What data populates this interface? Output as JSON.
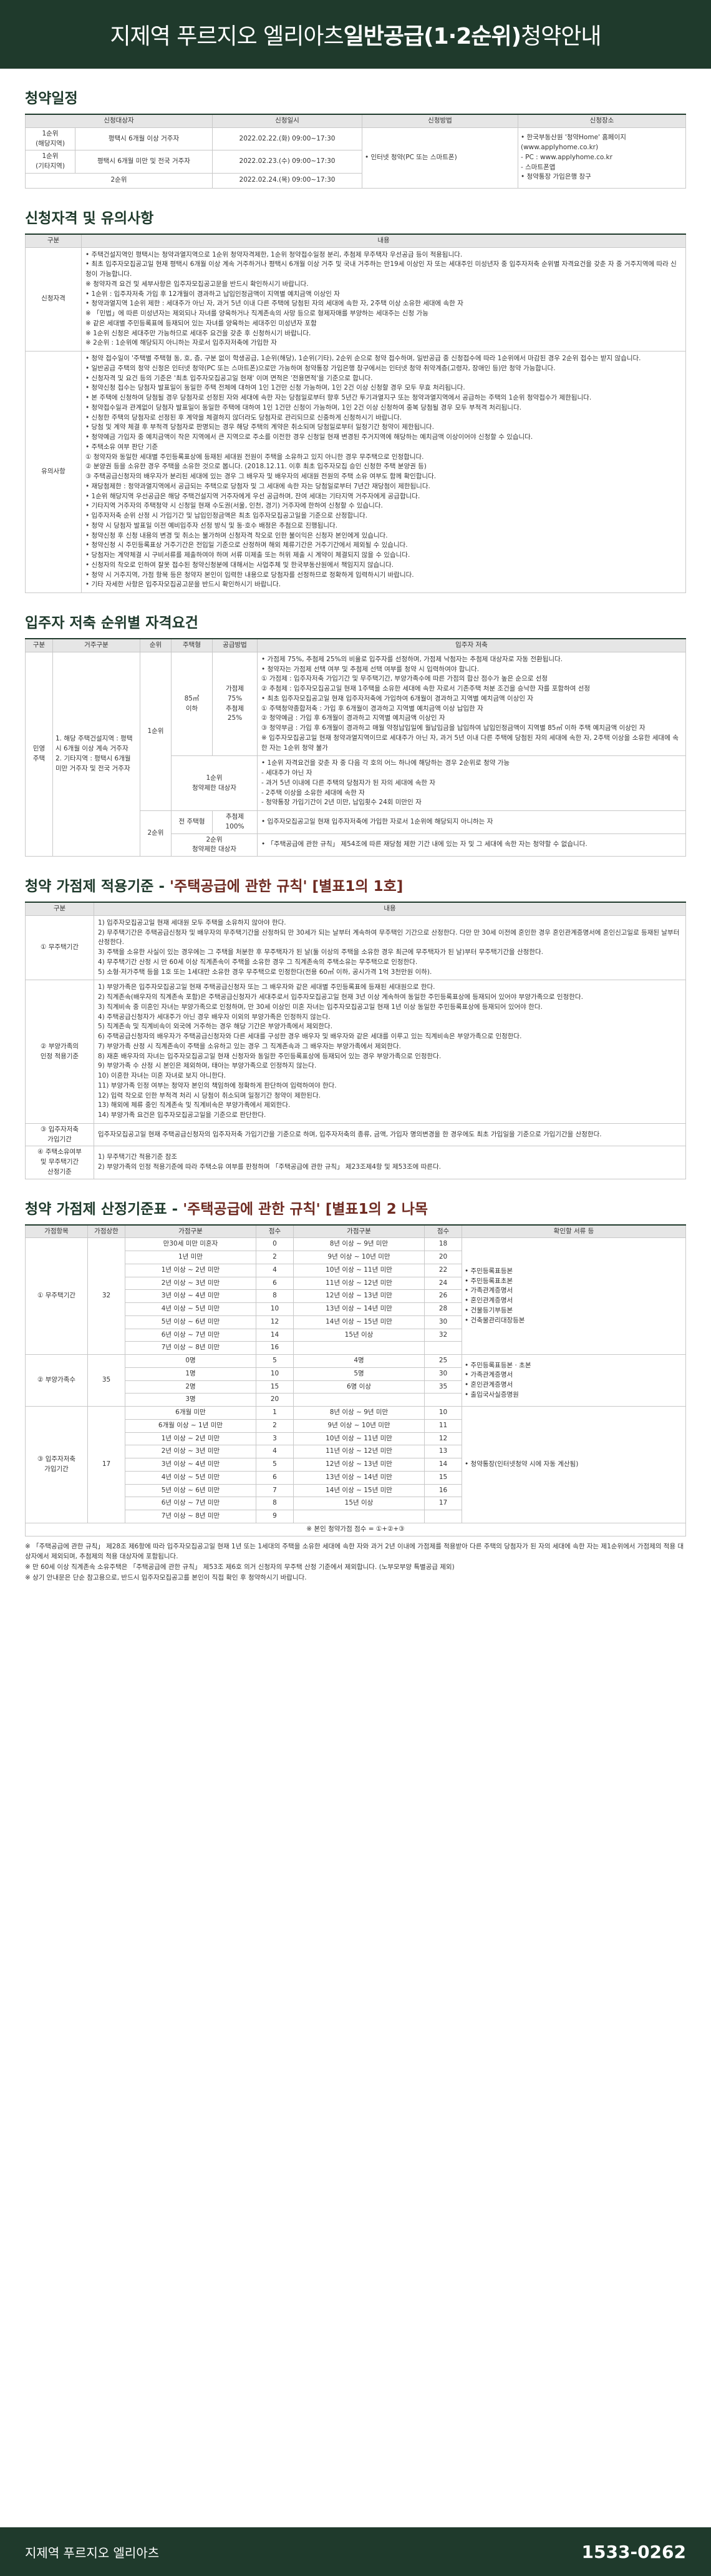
{
  "banner": {
    "prefix": "지제역 푸르지오 엘리아츠 ",
    "highlight": "일반공급(1·2순위)",
    "suffix": " 청약안내"
  },
  "schedule": {
    "title": "청약일정",
    "headers": [
      "신청대상자",
      "신청일시",
      "신청방법",
      "신청장소"
    ],
    "rows": [
      {
        "group": "1순위\n(해당지역)",
        "target": "평택시 6개월 이상 거주자",
        "datetime": "2022.02.22.(화) 09:00~17:30"
      },
      {
        "group": "1순위\n(기타지역)",
        "target": "평택시 6개월 미만 및 전국 거주자",
        "datetime": "2022.02.23.(수) 09:00~17:30"
      },
      {
        "group": "2순위",
        "target": "",
        "datetime": "2022.02.24.(목) 09:00~17:30"
      }
    ],
    "method": "• 인터넷 청약(PC 또는 스마트폰)",
    "place": "• 한국부동산원 '청약Home' 홈페이지\n(www.applyhome.co.kr)\n- PC : www.applyhome.co.kr\n- 스마트폰앱\n• 청약통장 가입은행 창구"
  },
  "qualification": {
    "title": "신청자격 및 유의사항",
    "headers": [
      "구분",
      "내용"
    ],
    "row1_label": "신청자격",
    "row1_lines": [
      "• 주택건설지역인 평택시는 청약과열지역으로 1순위 청약자격제한, 1순위 청약접수일정 분리, 추첨제 무주택자 우선공급 등이 적용됩니다.",
      "• 최초 입주자모집공고일 현재 평택시 6개월 이상 계속 거주하거나 평택시 6개월 이상 거주 및 국내 거주하는 만19세 이상인 자 또는 세대주인 미성년자 중 입주자저축 순위별 자격요건을 갖춘 자 중 거주지역에 따라 신청이 가능합니다.",
      "※ 청약자격 요건 및 세부사항은 입주자모집공고문을 반드시 확인하시기 바랍니다.",
      "• 1순위 : 입주자저축 가입 후 12개월이 경과하고 납입인정금액이 지역별 예치금액 이상인 자",
      "• 청약과열지역 1순위 제한 : 세대주가 아닌 자, 과거 5년 이내 다른 주택에 당첨된 자의 세대에 속한 자, 2주택 이상 소유한 세대에 속한 자",
      "※ 「민법」에 따른 미성년자는 제외되나 자녀를 양육하거나 직계존속의 사망 등으로 형제자매를 부양하는 세대주는 신청 가능",
      "※ 같은 세대별 주민등록표에 등재되어 있는 자녀를 양육하는 세대주인 미성년자 포함",
      "※ 1순위 신청은 세대주만 가능하므로 세대주 요건을 갖춘 후 신청하시기 바랍니다.",
      "※ 2순위 : 1순위에 해당되지 아니하는 자로서 입주자저축에 가입한 자"
    ],
    "row2_label": "유의사항",
    "row2_lines": [
      "• 청약 접수일이 '주택별 주택형 동, 호, 층, 구분 없이 학생공급, 1순위(해당), 1순위(기타), 2순위 순으로 청약 접수하며, 일반공급 중 신청접수에 따라 1순위에서 마감된 경우 2순위 접수는 받지 않습니다.",
      "• 일반공급 주택의 청약 신청은 인터넷 청약(PC 또는 스마트폰)으로만 가능하며 청약통장 가입은행 창구에서는 인터넷 청약 취약계층(고령자, 장애인 등)만 청약 가능합니다.",
      "• 신청자격 및 요건 등의 기준은 '최초 입주자모집공고일 현재' 이며 면적은 '전용면적'을 기준으로 합니다.",
      "• 청약신청 접수는 당첨자 발표일이 동일한 주택 전체에 대하여 1인 1건만 신청 가능하며, 1인 2건 이상 신청할 경우 모두 무효 처리됩니다.",
      "• 본 주택에 신청하여 당첨될 경우 당첨자로 선정된 자와 세대에 속한 자는 당첨일로부터 향후 5년간 투기과열지구 또는 청약과열지역에서 공급하는 주택의 1순위 청약접수가 제한됩니다.",
      "• 청약접수일과 관계없이 당첨자 발표일이 동일한 주택에 대하여 1인 1건만 신청이 가능하며, 1인 2건 이상 신청하여 중복 당첨될 경우 모두 부적격 처리됩니다.",
      "• 신청한 주택의 당첨자로 선정된 후 계약을 체결하지 않더라도 당첨자로 관리되므로 신중하게 신청하시기 바랍니다.",
      "• 당첨 및 계약 체결 후 부적격 당첨자로 판명되는 경우 해당 주택의 계약은 취소되며 당첨일로부터 일정기간 청약이 제한됩니다.",
      "• 청약예금 가입자 중 예치금액이 작은 지역에서 큰 지역으로 주소를 이전한 경우 신청일 현재 변경된 주거지역에 해당하는 예치금액 이상이어야 신청할 수 있습니다.",
      "• 주택소유 여부 판단 기준",
      "① 청약자와 동일한 세대별 주민등록표상에 등재된 세대원 전원이 주택을 소유하고 있지 아니한 경우 무주택으로 인정합니다.",
      "② 분양권 등을 소유한 경우 주택을 소유한 것으로 봅니다. (2018.12.11. 이후 최초 입주자모집 승인 신청한 주택 분양권 등)",
      "③ 주택공급신청자의 배우자가 분리된 세대에 있는 경우 그 배우자 및 배우자의 세대원 전원의 주택 소유 여부도 함께 확인합니다.",
      "• 재당첨제한 : 청약과열지역에서 공급되는 주택으로 당첨자 및 그 세대에 속한 자는 당첨일로부터 7년간 재당첨이 제한됩니다.",
      "• 1순위 해당지역 우선공급은 해당 주택건설지역 거주자에게 우선 공급하며, 잔여 세대는 기타지역 거주자에게 공급합니다.",
      "• 기타지역 거주자의 주택청약 시 신청일 현재 수도권(서울, 인천, 경기) 거주자에 한하여 신청할 수 있습니다.",
      "• 입주자저축 순위 산정 시 가입기간 및 납입인정금액은 최초 입주자모집공고일을 기준으로 산정합니다.",
      "• 청약 시 당첨자 발표일 이전 예비입주자 선정 방식 및 동·호수 배정은 추첨으로 진행됩니다.",
      "• 청약신청 후 신청 내용의 변경 및 취소는 불가하며 신청자격 착오로 인한 불이익은 신청자 본인에게 있습니다.",
      "• 청약신청 시 주민등록표상 거주기간은 전입일 기준으로 산정하며 해외 체류기간은 거주기간에서 제외될 수 있습니다.",
      "• 당첨자는 계약체결 시 구비서류를 제출하여야 하며 서류 미제출 또는 허위 제출 시 계약이 체결되지 않을 수 있습니다.",
      "• 신청자의 착오로 인하여 잘못 접수된 청약신청분에 대해서는 사업주체 및 한국부동산원에서 책임지지 않습니다.",
      "• 청약 시 거주지역, 가점 항목 등은 청약자 본인이 입력한 내용으로 당첨자를 선정하므로 정확하게 입력하시기 바랍니다.",
      "• 기타 자세한 사항은 입주자모집공고문을 반드시 확인하시기 바랍니다."
    ]
  },
  "rank": {
    "title": "입주자 저축 순위별 자격요건",
    "headers": [
      "구분",
      "거주구분",
      "순위",
      "주택형",
      "공급방법",
      "입주자 저축"
    ],
    "group_label": "민영\n주택",
    "resident": "1. 해당 주택건설지역 : 평택시 6개월 이상 계속 거주자\n2. 기타지역 : 평택시 6개월 미만 거주자 및 전국 거주자",
    "rank1": "1순위",
    "type1": "85㎡\n이하",
    "method1": "가점제\n75%\n추첨제\n25%",
    "cell1_lines": [
      "• 가점제 75%, 추첨제 25%의 비율로 입주자를 선정하며, 가점제 낙첨자는 추첨제 대상자로 자동 전환됩니다.",
      "• 청약자는 가점제 선택 여부 및 추첨제 선택 여부를 청약 시 입력하여야 합니다.",
      "① 가점제 : 입주자저축 가입기간 및 무주택기간, 부양가족수에 따른 가점의 합산 점수가 높은 순으로 선정",
      "② 추첨제 : 입주자모집공고일 현재 1주택을 소유한 세대에 속한 자로서 기존주택 처분 조건을 승낙한 자를 포함하여 선정",
      "• 최초 입주자모집공고일 현재 입주자저축에 가입하여 6개월이 경과하고 지역별 예치금액 이상인 자",
      "① 주택청약종합저축 : 가입 후 6개월이 경과하고 지역별 예치금액 이상 납입한 자",
      "② 청약예금 : 가입 후 6개월이 경과하고 지역별 예치금액 이상인 자",
      "③ 청약부금 : 가입 후 6개월이 경과하고 매월 약정납입일에 월납입금을 납입하여 납입인정금액이 지역별 85㎡ 이하 주택 예치금액 이상인 자",
      "※ 입주자모집공고일 현재 청약과열지역이므로 세대주가 아닌 자, 과거 5년 이내 다른 주택에 당첨된 자의 세대에 속한 자, 2주택 이상을 소유한 세대에 속한 자는 1순위 청약 불가"
    ],
    "rank1_sub_label": "1순위\n청약제한 대상자",
    "cell2_lines": [
      "• 1순위 자격요건을 갖춘 자 중 다음 각 호의 어느 하나에 해당하는 경우 2순위로 청약 가능",
      "- 세대주가 아닌 자",
      "- 과거 5년 이내에 다른 주택의 당첨자가 된 자의 세대에 속한 자",
      "- 2주택 이상을 소유한 세대에 속한 자",
      "- 청약통장 가입기간이 2년 미만, 납입횟수 24회 미만인 자"
    ],
    "rank2": "2순위",
    "type2": "전 주택형",
    "method2": "추첨제\n100%",
    "cell3": "• 입주자모집공고일 현재 입주자저축에 가입한 자로서 1순위에 해당되지 아니하는 자",
    "rank2_sub_label": "2순위\n청약제한 대상자",
    "cell4": "• 「주택공급에 관한 규칙」 제54조에 따른 재당첨 제한 기간 내에 있는 자 및 그 세대에 속한 자는 청약할 수 없습니다."
  },
  "nohome": {
    "title_a": "청약 가점제 적용기준 - ",
    "title_b": "'주택공급에 관한 규칙' [별표1의 1호]",
    "headers": [
      "구분",
      "내용"
    ],
    "rows": [
      {
        "label": "① 무주택기간",
        "lines": [
          "1) 입주자모집공고일 현재 세대원 모두 주택을 소유하지 않아야 한다.",
          "2) 무주택기간은 주택공급신청자 및 배우자의 무주택기간을 산정하되 만 30세가 되는 날부터 계속하여 무주택인 기간으로 산정한다. 다만 만 30세 이전에 혼인한 경우 혼인관계증명서에 혼인신고일로 등재된 날부터 산정한다.",
          "3) 주택을 소유한 사실이 있는 경우에는 그 주택을 처분한 후 무주택자가 된 날(둘 이상의 주택을 소유한 경우 최근에 무주택자가 된 날)부터 무주택기간을 산정한다.",
          "4) 무주택기간 산정 시 만 60세 이상 직계존속이 주택을 소유한 경우 그 직계존속의 주택소유는 무주택으로 인정한다.",
          "5) 소형·저가주택 등을 1호 또는 1세대만 소유한 경우 무주택으로 인정한다(전용 60㎡ 이하, 공시가격 1억 3천만원 이하)."
        ]
      },
      {
        "label": "② 부양가족의\n인정 적용기준",
        "lines": [
          "1) 부양가족은 입주자모집공고일 현재 주택공급신청자 또는 그 배우자와 같은 세대별 주민등록표에 등재된 세대원으로 한다.",
          "2) 직계존속(배우자의 직계존속 포함)은 주택공급신청자가 세대주로서 입주자모집공고일 현재 3년 이상 계속하여 동일한 주민등록표상에 등재되어 있어야 부양가족으로 인정한다.",
          "3) 직계비속 중 미혼인 자녀는 부양가족으로 인정하며, 만 30세 이상인 미혼 자녀는 입주자모집공고일 현재 1년 이상 동일한 주민등록표상에 등재되어 있어야 한다.",
          "4) 주택공급신청자가 세대주가 아닌 경우 배우자 이외의 부양가족은 인정하지 않는다.",
          "5) 직계존속 및 직계비속이 외국에 거주하는 경우 해당 기간은 부양가족에서 제외한다.",
          "6) 주택공급신청자의 배우자가 주택공급신청자와 다른 세대를 구성한 경우 배우자 및 배우자와 같은 세대를 이루고 있는 직계비속은 부양가족으로 인정한다.",
          "7) 부양가족 산정 시 직계존속이 주택을 소유하고 있는 경우 그 직계존속과 그 배우자는 부양가족에서 제외한다.",
          "8) 재혼 배우자의 자녀는 입주자모집공고일 현재 신청자와 동일한 주민등록표상에 등재되어 있는 경우 부양가족으로 인정한다.",
          "9) 부양가족 수 산정 시 본인은 제외하며, 태아는 부양가족으로 인정하지 않는다.",
          "10) 이혼한 자녀는 미혼 자녀로 보지 아니한다.",
          "11) 부양가족 인정 여부는 청약자 본인의 책임하에 정확하게 판단하여 입력하여야 한다.",
          "12) 입력 착오로 인한 부적격 처리 시 당첨이 취소되며 일정기간 청약이 제한된다.",
          "13) 해외에 체류 중인 직계존속 및 직계비속은 부양가족에서 제외한다.",
          "14) 부양가족 요건은 입주자모집공고일을 기준으로 판단한다."
        ]
      },
      {
        "label": "③ 입주자저축\n가입기간",
        "lines": [
          "입주자모집공고일 현재 주택공급신청자의 입주자저축 가입기간을 기준으로 하며, 입주자저축의 종류, 금액, 가입자 명의변경을 한 경우에도 최초 가입일을 기준으로 가입기간을 산정한다."
        ]
      },
      {
        "label": "④ 주택소유여부\n및 무주택기간\n산정기준",
        "lines": [
          "1) 무주택기간 적용기준 참조",
          "2) 부양가족의 인정 적용기준에 따라 주택소유 여부를 판정하며 「주택공급에 관한 규칙」 제23조제4항 및 제53조에 따른다."
        ]
      }
    ]
  },
  "score": {
    "title_a": "청약 가점제 산정기준표 - ",
    "title_b": "'주택공급에 관한 규칙' [별표1의 2 나목",
    "headers": [
      "가점항목",
      "가점상한",
      "가점구분",
      "점수",
      "가점구분",
      "점수",
      "확인할 서류 등"
    ],
    "groups": [
      {
        "label": "① 무주택기간",
        "max": "32",
        "rows": [
          [
            "만30세 미만 미혼자",
            "0",
            "8년 이상 ~ 9년 미만",
            "18"
          ],
          [
            "1년 미만",
            "2",
            "9년 이상 ~ 10년 미만",
            "20"
          ],
          [
            "1년 이상 ~ 2년 미만",
            "4",
            "10년 이상 ~ 11년 미만",
            "22"
          ],
          [
            "2년 이상 ~ 3년 미만",
            "6",
            "11년 이상 ~ 12년 미만",
            "24"
          ],
          [
            "3년 이상 ~ 4년 미만",
            "8",
            "12년 이상 ~ 13년 미만",
            "26"
          ],
          [
            "4년 이상 ~ 5년 미만",
            "10",
            "13년 이상 ~ 14년 미만",
            "28"
          ],
          [
            "5년 이상 ~ 6년 미만",
            "12",
            "14년 이상 ~ 15년 미만",
            "30"
          ],
          [
            "6년 이상 ~ 7년 미만",
            "14",
            "15년 이상",
            "32"
          ],
          [
            "7년 이상 ~ 8년 미만",
            "16",
            "",
            ""
          ]
        ],
        "docs": "• 주민등록표등본\n• 주민등록표초본\n• 가족관계증명서\n• 혼인관계증명서\n• 건물등기부등본\n• 건축물관리대장등본"
      },
      {
        "label": "② 부양가족수",
        "max": "35",
        "rows": [
          [
            "0명",
            "5",
            "4명",
            "25"
          ],
          [
            "1명",
            "10",
            "5명",
            "30"
          ],
          [
            "2명",
            "15",
            "6명 이상",
            "35"
          ],
          [
            "3명",
            "20",
            "",
            ""
          ]
        ],
        "docs": "• 주민등록표등본 · 초본\n• 가족관계증명서\n• 혼인관계증명서\n• 출입국사실증명원"
      },
      {
        "label": "③ 입주자저축\n가입기간",
        "max": "17",
        "rows": [
          [
            "6개월 미만",
            "1",
            "8년 이상 ~ 9년 미만",
            "10"
          ],
          [
            "6개월 이상 ~ 1년 미만",
            "2",
            "9년 이상 ~ 10년 미만",
            "11"
          ],
          [
            "1년 이상 ~ 2년 미만",
            "3",
            "10년 이상 ~ 11년 미만",
            "12"
          ],
          [
            "2년 이상 ~ 3년 미만",
            "4",
            "11년 이상 ~ 12년 미만",
            "13"
          ],
          [
            "3년 이상 ~ 4년 미만",
            "5",
            "12년 이상 ~ 13년 미만",
            "14"
          ],
          [
            "4년 이상 ~ 5년 미만",
            "6",
            "13년 이상 ~ 14년 미만",
            "15"
          ],
          [
            "5년 이상 ~ 6년 미만",
            "7",
            "14년 이상 ~ 15년 미만",
            "16"
          ],
          [
            "6년 이상 ~ 7년 미만",
            "8",
            "15년 이상",
            "17"
          ],
          [
            "7년 이상 ~ 8년 미만",
            "9",
            "",
            ""
          ]
        ],
        "docs": "• 청약통장(인터넷청약 시에 자동 계산됨)"
      }
    ],
    "total": "※ 본인 청약가점 점수 = ①+②+③",
    "notes": [
      "※ 「주택공급에 관한 규칙」 제28조 제6항에 따라 입주자모집공고일 현재 1년 또는 1세대의 주택을 소유한 세대에 속한 자와 과거 2년 이내에 가점제를 적용받아 다른 주택의 당첨자가 된 자의 세대에 속한 자는 제1순위에서 가점제의 적용 대상자에서 제외되며, 추첨제의 적용 대상자에 포함됩니다.",
      "※ 만 60세 이상 직계존속 소유주택은 「주택공급에 관한 규칙」 제53조 제6호 의거 신청자의 무주택 산정 기준에서 제외합니다. (노부모부양 특별공급 제외)",
      "※ 상기 안내문은 단순 참고용으로, 반드시 입주자모집공고를 본인이 직접 확인 후 청약하시기 바랍니다."
    ]
  },
  "footer": {
    "brand": "지제역 푸르지오 엘리아츠",
    "phone": "1533-0262"
  }
}
